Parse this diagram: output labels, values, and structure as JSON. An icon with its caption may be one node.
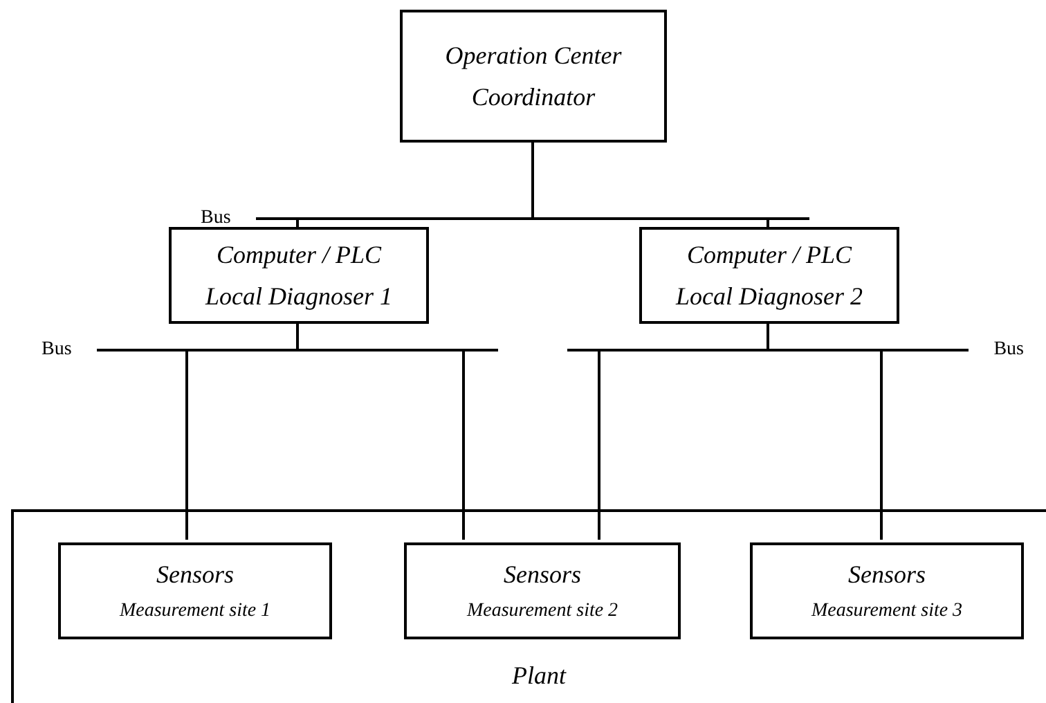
{
  "diagram": {
    "nodes": [
      {
        "text": [
          "Operation Center Coordinator"
        ]
      },
      {
        "text": [
          "Bus"
        ]
      },
      {
        "text": [
          "Computer / PLC Local Diagnoser 1"
        ]
      },
      {
        "text": [
          "Computer / PLC Local Diagnoser 2"
        ]
      },
      {
        "text": [
          "Bus"
        ]
      },
      {
        "text": [
          "Bus"
        ]
      },
      {
        "text": [
          "Plant"
        ]
      },
      {
        "text": [
          "Sensors",
          "Measurement site 1"
        ],
        "in": 6
      },
      {
        "text": [
          "Sensors",
          "Measurement site 2"
        ],
        "in": 6
      },
      {
        "text": [
          "Sensors",
          "Measurement site 3"
        ],
        "in": 6
      }
    ],
    "edges": [
      {
        "from": 0,
        "to": 1,
        "arrow": "none"
      },
      {
        "from": 1,
        "to": 2,
        "arrow": "none"
      },
      {
        "from": 1,
        "to": 3,
        "arrow": "none"
      },
      {
        "from": 2,
        "to": 4,
        "arrow": "none"
      },
      {
        "from": 3,
        "to": 5,
        "arrow": "none"
      },
      {
        "from": 4,
        "to": 7,
        "arrow": "none"
      },
      {
        "from": 4,
        "to": 8,
        "arrow": "none"
      },
      {
        "from": 5,
        "to": 8,
        "arrow": "none"
      },
      {
        "from": 5,
        "to": 9,
        "arrow": "none"
      }
    ]
  }
}
